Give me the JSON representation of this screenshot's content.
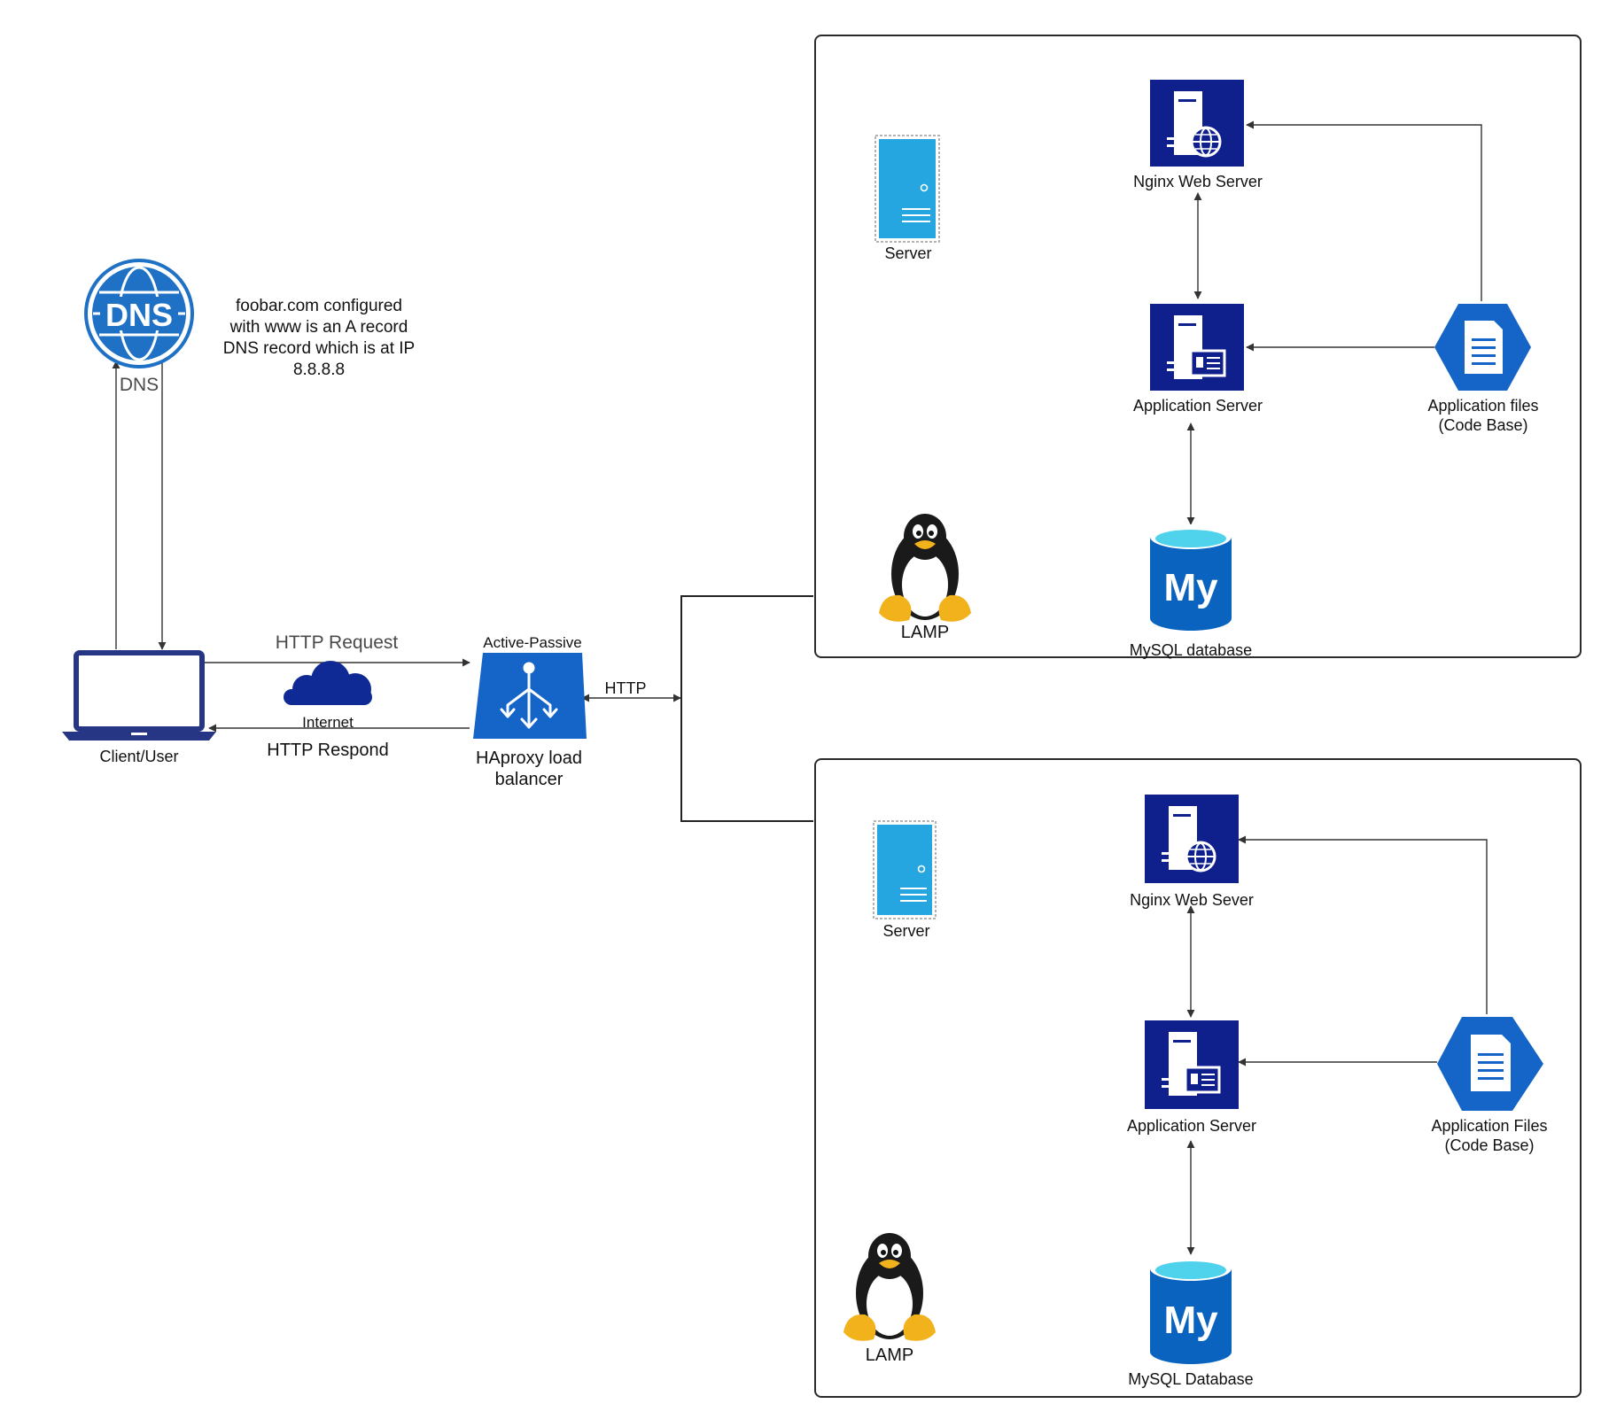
{
  "colors": {
    "navy": "#0f1f8c",
    "azure": "#1565c9",
    "dns_blue": "#1f71c6",
    "server_cyan": "#26a6e0",
    "mysql_blue": "#0a64bf",
    "mysql_top": "#4fd2ec",
    "cloud": "#0f2a95",
    "laptop": "#263685",
    "connector": "#333333",
    "frame": "#2b2b2b"
  },
  "dns": {
    "icon_text": "DNS",
    "label": "DNS",
    "icon": "dns-globe-icon"
  },
  "dns_note": {
    "lines": [
      "foobar.com configured",
      "with www is an  A record",
      "DNS record which is at IP",
      "8.8.8.8"
    ]
  },
  "client": {
    "label": "Client/User",
    "icon": "laptop-icon"
  },
  "internet": {
    "label": "Internet",
    "icon": "cloud-icon",
    "request_label": "HTTP Request",
    "respond_label": "HTTP Respond"
  },
  "load_balancer": {
    "mode_label": "Active-Passive",
    "label_line1": "HAproxy load",
    "label_line2": "balancer",
    "link_label": "HTTP",
    "icon": "load-balancer-icon"
  },
  "stack_top": {
    "server_label": "Server",
    "web_server_label": "Nginx Web Server",
    "app_server_label": "Application Server",
    "app_files_line1": "Application files",
    "app_files_line2": "(Code Base)",
    "lamp_label": "LAMP",
    "db_label": "MySQL database",
    "db_icon_text": "My"
  },
  "stack_bottom": {
    "server_label": "Server",
    "web_server_label": "Nginx Web Sever",
    "app_server_label": "Application Server",
    "app_files_line1": "Application Files",
    "app_files_line2": "(Code Base)",
    "lamp_label": "LAMP",
    "db_label": "MySQL Database",
    "db_icon_text": "My"
  }
}
